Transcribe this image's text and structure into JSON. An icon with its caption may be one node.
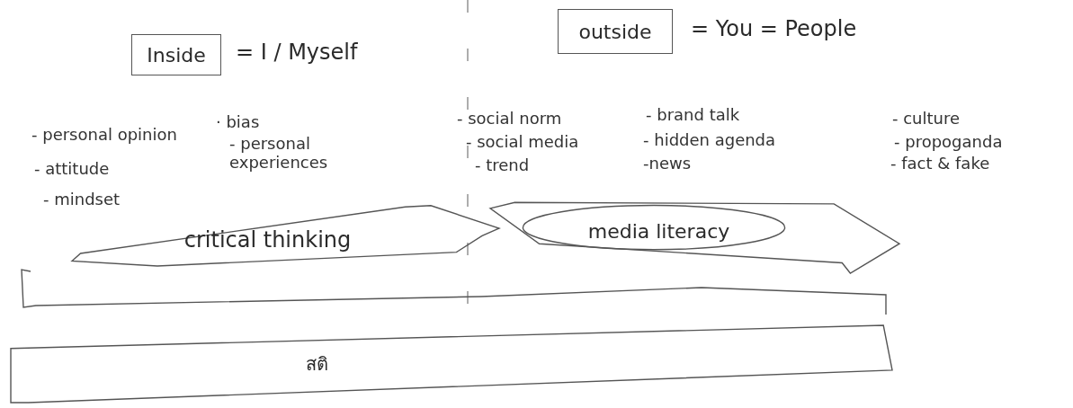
{
  "diagram": {
    "nodes": [
      {
        "text": [
          "Inside"
        ],
        "beside": [
          "= I / Myself"
        ]
      },
      {
        "text": [
          "outside"
        ],
        "beside": [
          "= You = People"
        ]
      },
      {
        "text": [
          "critical thinking"
        ]
      },
      {
        "text": [
          "media literacy"
        ]
      },
      {
        "text": [
          "สติ"
        ]
      }
    ],
    "labels": [
      "- personal opinion",
      "- attitude",
      "- mindset",
      "· bias",
      "- personal experiences",
      "- social norm",
      "- social media",
      "- trend",
      "- brand talk",
      "- hidden agenda",
      "-news",
      "- culture",
      "- propoganda",
      "- fact & fake"
    ]
  }
}
